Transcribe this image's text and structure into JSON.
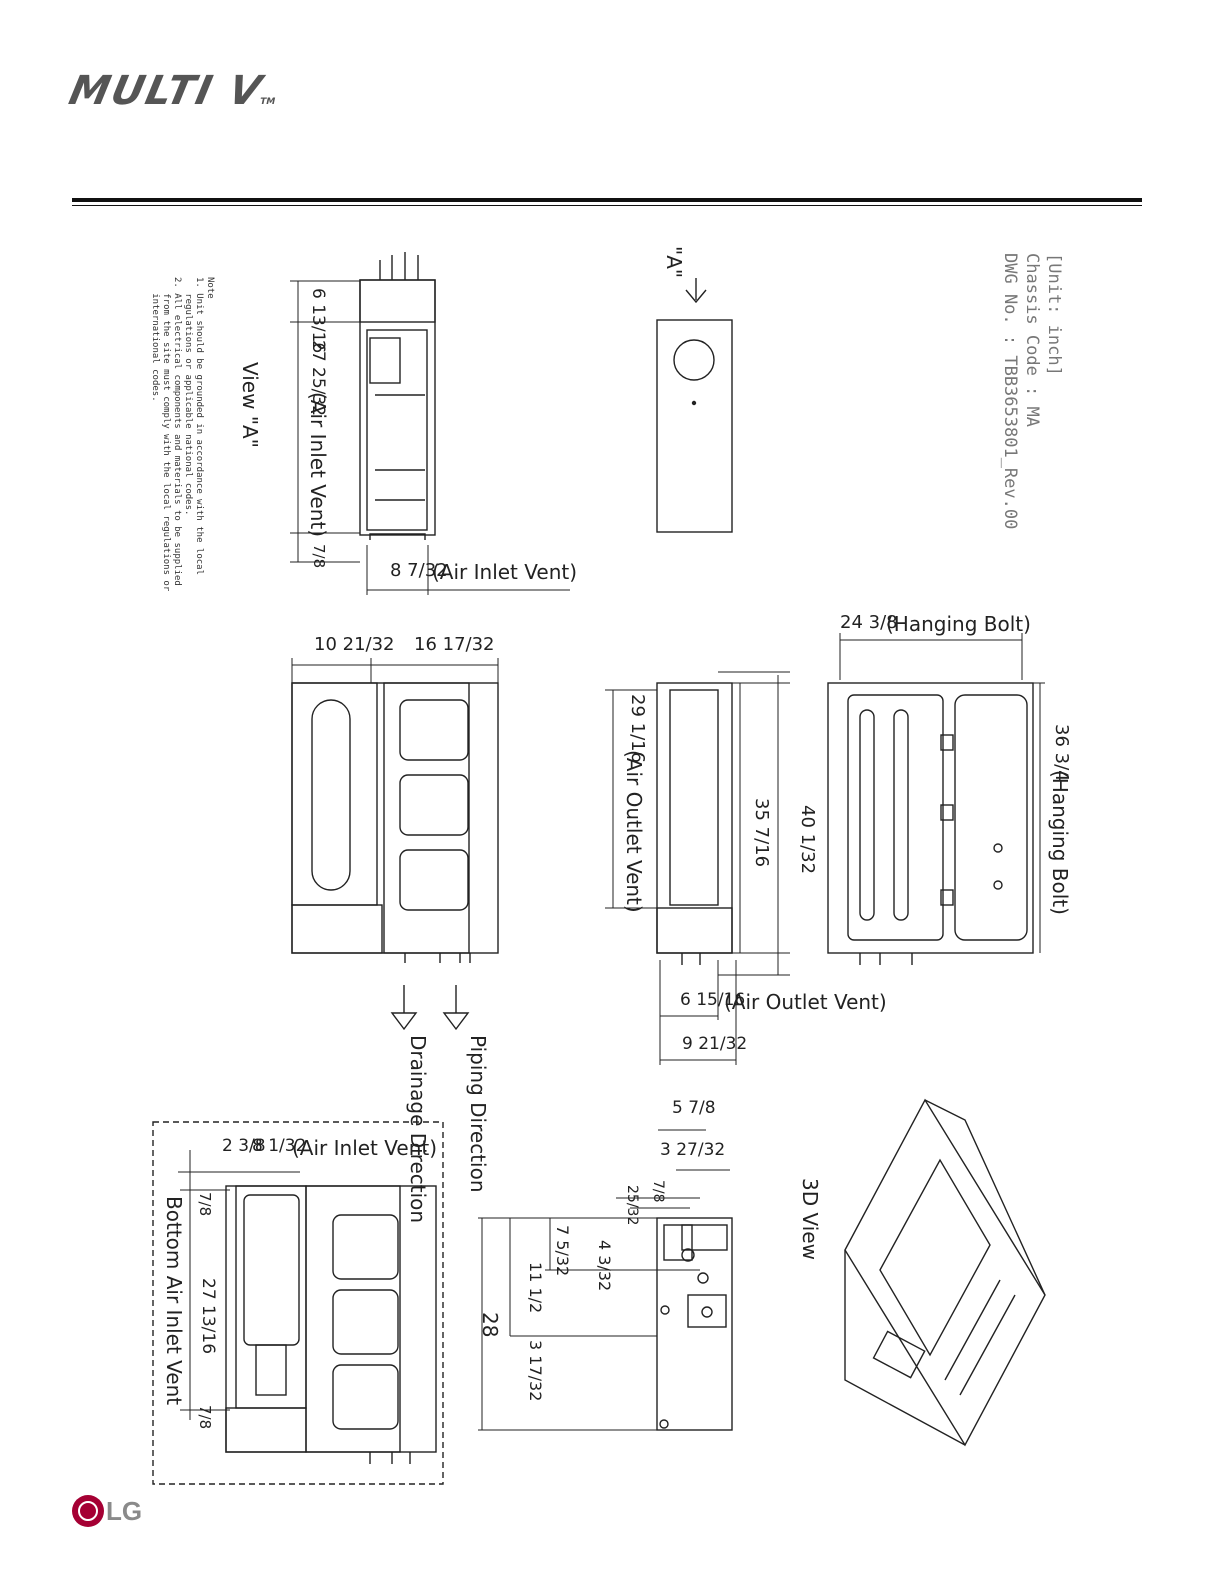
{
  "brand": {
    "logo_text": "MULTI V",
    "trademark": "TM",
    "footer_logo": "LG"
  },
  "drawing_info": {
    "unit": "[Unit: inch]",
    "chassis": "Chassis Code : MA",
    "dwg": "DWG No. : TBB3653801_Rev.00"
  },
  "notes": {
    "title": "Note",
    "line1": "1. Unit should be grounded in accordance with the local",
    "line1b": "   regulations or applicable national codes.",
    "line2": "2. All electrical components and materials to be supplied",
    "line2b": "   from the site must comply with the local regulations or",
    "line2c": "   international codes."
  },
  "view_a": {
    "title": "View \"A\"",
    "arrow_label": "\"A\"",
    "dim_top": "6 13/16",
    "dim_mid": "27 25/32",
    "dim_mid_note": "(Air Inlet Vent)",
    "dim_bottom": "7/8",
    "dim_width": "8 7/32",
    "dim_width_note": "(Air Inlet Vent)"
  },
  "top_view": {
    "dim_left": "10 21/32",
    "dim_right": "16 17/32",
    "piping": "Piping Direction",
    "drainage": "Drainage Direction"
  },
  "front_view": {
    "dim_outlet": "29 1/16",
    "dim_outlet_note": "(Air Outlet Vent)",
    "dim_35": "35 7/16",
    "dim_40": "40 1/32",
    "dim_depth1": "6 15/16",
    "dim_depth1_note": "(Air Outlet Vent)",
    "dim_depth2": "9 21/32"
  },
  "side_view": {
    "dim_hanging_w": "24 3/8",
    "dim_hanging_w_note": "(Hanging Bolt)",
    "dim_hanging_h": "36 3/4",
    "dim_hanging_h_note": "(Hanging Bolt)"
  },
  "bottom_view": {
    "title": "Bottom Air Inlet Vent",
    "dim_a": "2 3/8",
    "dim_b": "8 1/32",
    "dim_b_note": "(Air Inlet Vent)",
    "dim_top": "7/8",
    "dim_mid": "27 13/16",
    "dim_bot": "7/8"
  },
  "piping_view": {
    "dim_58": "5 7/8",
    "dim_327": "3 27/32",
    "dim_78": "7/8",
    "dim_2532": "25/32",
    "dim_43": "4 3/32",
    "dim_75": "7 5/32",
    "dim_11": "11 1/2",
    "dim_28": "28",
    "dim_317": "3 17/32"
  },
  "view_3d": {
    "title": "3D View"
  }
}
